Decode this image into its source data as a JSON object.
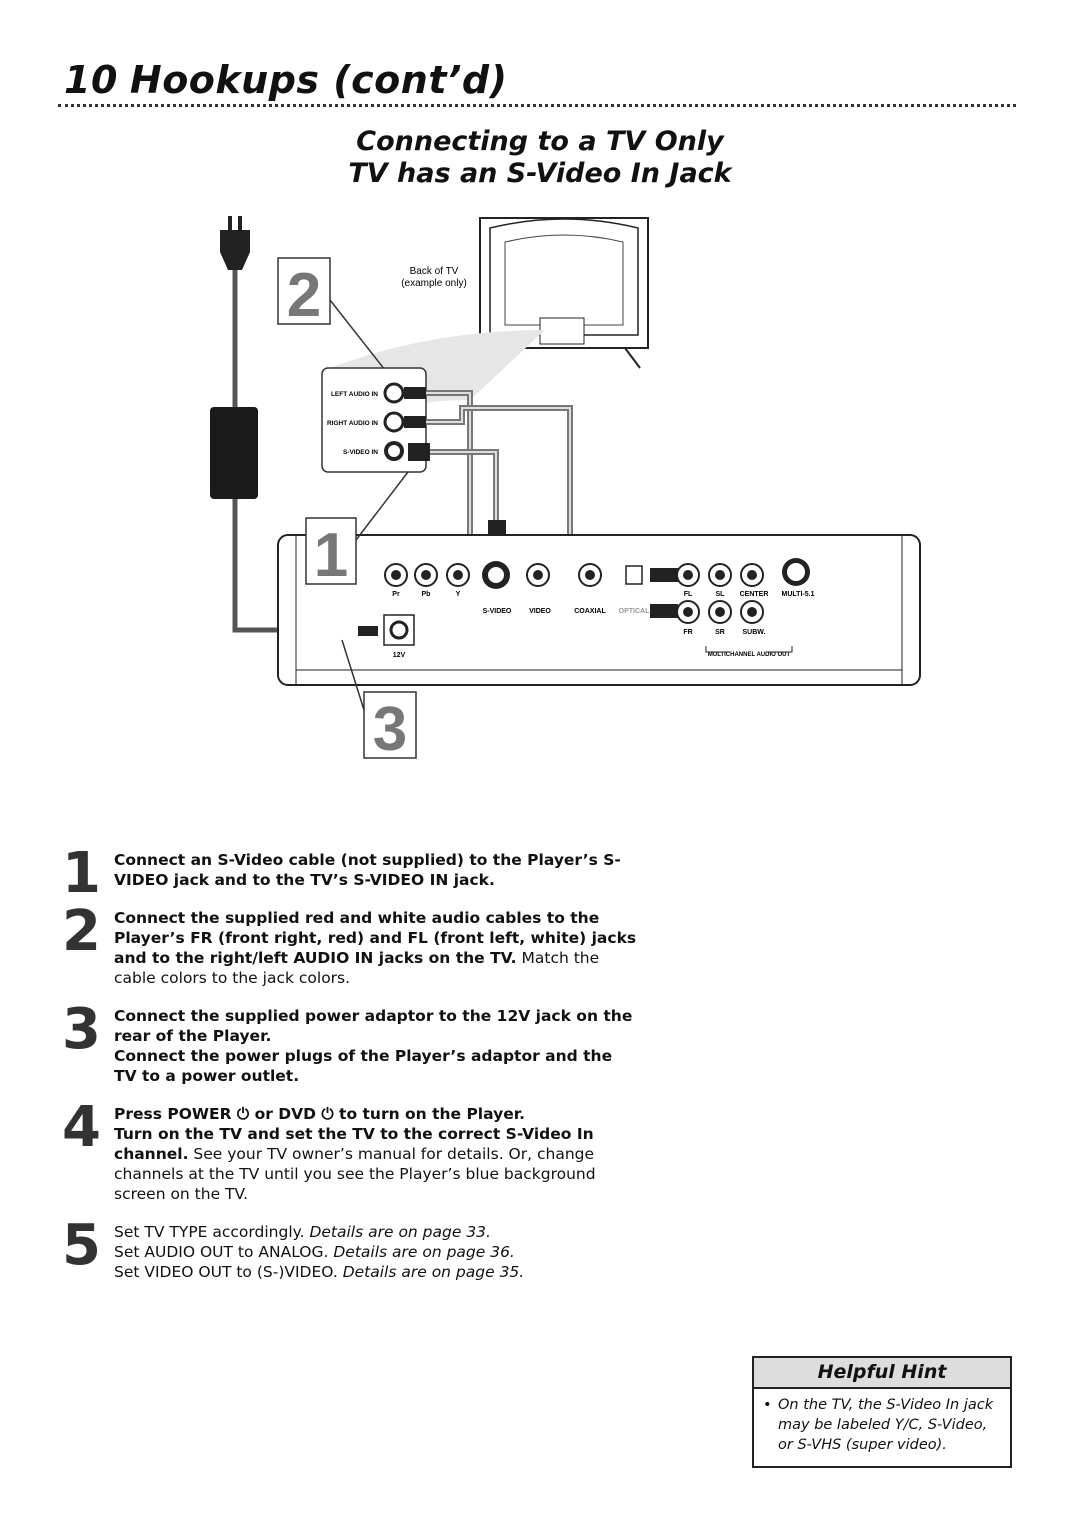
{
  "header": {
    "page_number": "10",
    "title": "Hookups (cont’d)"
  },
  "subtitle": {
    "line1": "Connecting to a TV Only",
    "line2": "TV has an S-Video In Jack"
  },
  "diagram": {
    "callouts": [
      "1",
      "2",
      "3"
    ],
    "tv_label_1": "Back of TV",
    "tv_label_2": "(example only)",
    "tv_jacks": [
      "LEFT AUDIO IN",
      "RIGHT AUDIO IN",
      "S-VIDEO IN"
    ],
    "player_labels": {
      "pr": "Pr",
      "pb": "Pb",
      "y": "Y",
      "svideo": "S-VIDEO",
      "video": "VIDEO",
      "coaxial": "COAXIAL",
      "optical": "OPTICAL",
      "fl": "FL",
      "sl": "SL",
      "center": "CENTER",
      "multi": "MULTI-5.1",
      "fr": "FR",
      "sr": "SR",
      "subw": "SUBW.",
      "v12": "12V",
      "multichannel": "MULTICHANNEL AUDIO OUT"
    }
  },
  "steps": [
    {
      "number": "1",
      "bold": "Connect an S-Video cable (not supplied) to the Player’s S-VIDEO jack and to the TV’s S-VIDEO IN jack.",
      "normal": ""
    },
    {
      "number": "2",
      "bold": "Connect the supplied red and white audio cables to the Player’s FR (front right, red) and FL (front left, white) jacks and to the right/left AUDIO IN jacks on the TV.",
      "normal": " Match the cable colors to the jack colors."
    },
    {
      "number": "3",
      "bold": "Connect the supplied power adaptor to the 12V jack on the rear of the Player.",
      "bold2": "Connect the power plugs of the Player’s adaptor and the TV to a power outlet."
    },
    {
      "number": "4",
      "bold": "Press POWER ⏻ or DVD ⏻ to turn on the Player.",
      "bold2": "Turn on the TV and set the TV to the correct S-Video In channel.",
      "normal": " See your TV owner’s manual for details. Or, change channels at the TV until you see the Player’s blue background screen on the TV."
    },
    {
      "number": "5",
      "lines": [
        {
          "text": "Set TV TYPE accordingly. ",
          "ref": "Details are on page 33."
        },
        {
          "text": "Set AUDIO OUT to ANALOG. ",
          "ref": "Details are on page 36."
        },
        {
          "text": "Set VIDEO OUT to (S-)VIDEO. ",
          "ref": "Details are on page 35."
        }
      ]
    }
  ],
  "hint": {
    "title": "Helpful Hint",
    "bullet": "•",
    "text": "On the TV, the S-Video In jack may be labeled Y/C, S-Video, or S-VHS (super video)."
  }
}
